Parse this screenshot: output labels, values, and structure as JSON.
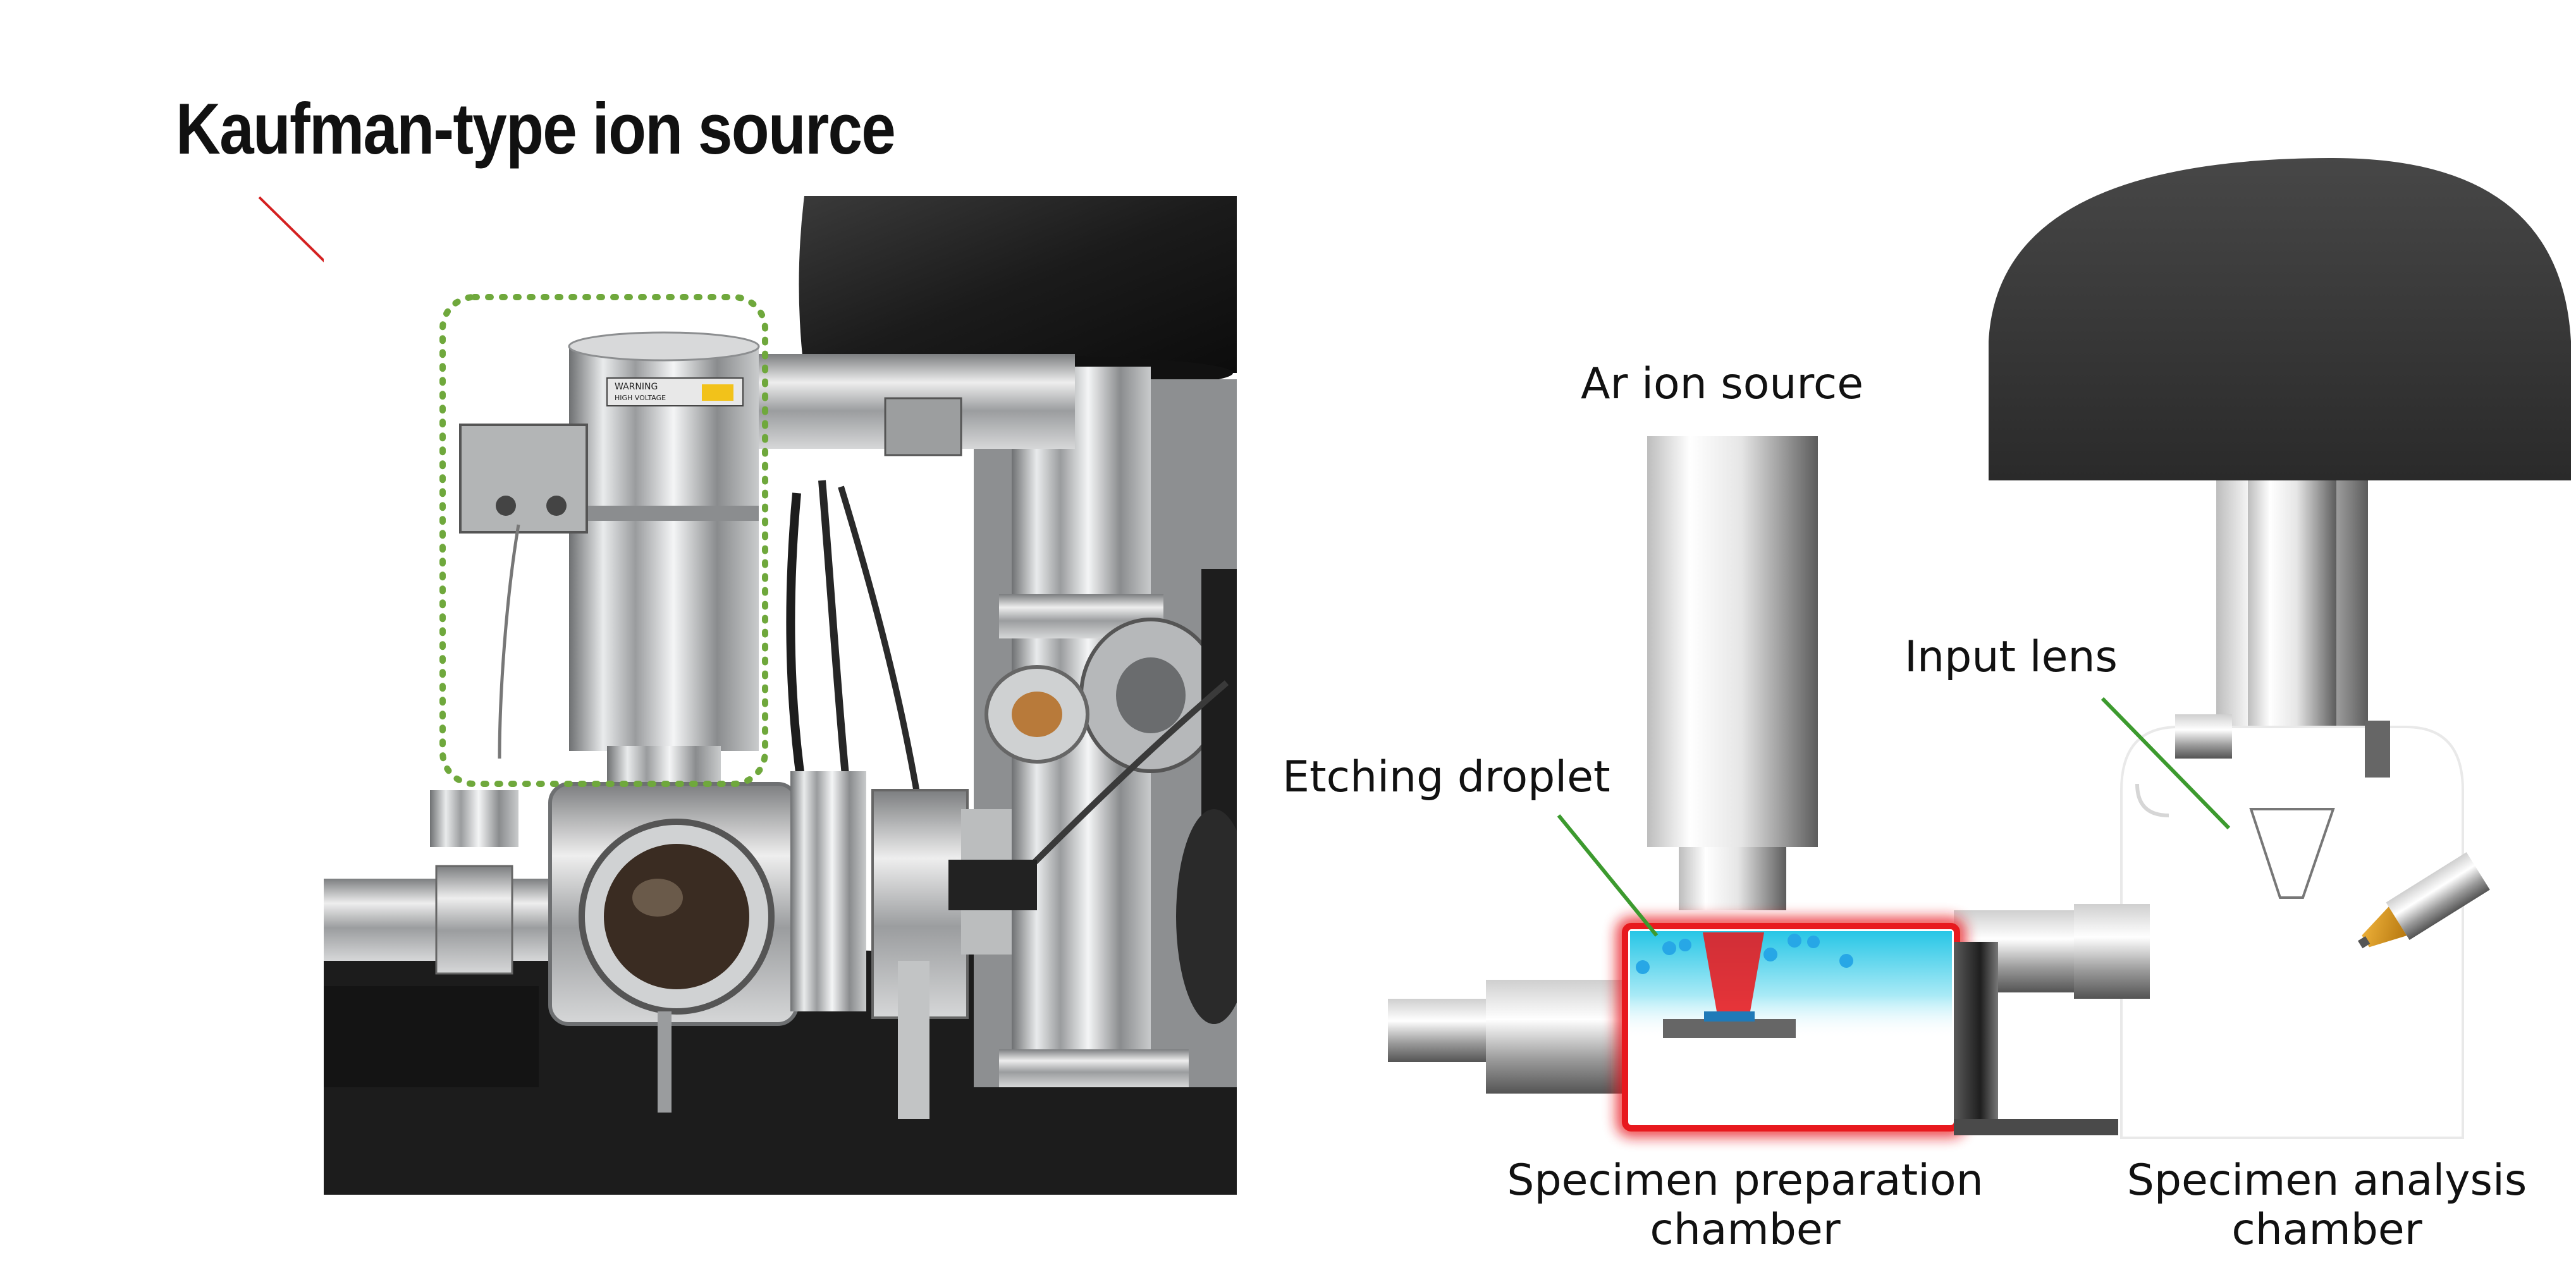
{
  "photo_panel": {
    "title": "Kaufman-type ion source",
    "warning_label": "WARNING",
    "warning_subtext": "HIGH VOLTAGE"
  },
  "schematic_panel": {
    "labels": {
      "ar_ion_source": "Ar ion source",
      "input_lens": "Input lens",
      "etching_droplet": "Etching droplet",
      "prep_chamber_line1": "Specimen preparation",
      "prep_chamber_line2": "chamber",
      "analysis_chamber_line1": "Specimen analysis",
      "analysis_chamber_line2": "chamber"
    }
  },
  "colors": {
    "callout_red": "#d42020",
    "highlight_green_dotted": "#6fa83c",
    "leader_green": "#3c9a2e",
    "chamber_red": "#e8191e",
    "droplet_cyan": "#27c6e6",
    "dome_dark": "#2a2a2a"
  }
}
